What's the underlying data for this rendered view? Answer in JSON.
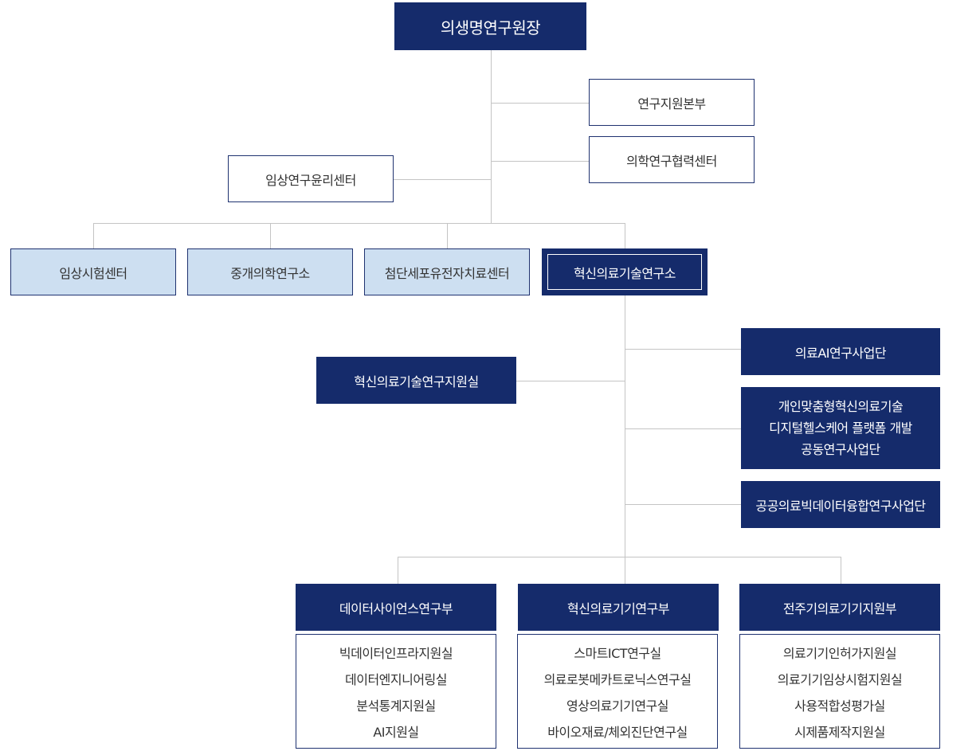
{
  "colors": {
    "navy": "#152b6b",
    "light_blue": "#cddff1",
    "connector": "#c4c4c4"
  },
  "root": "의생명연구원장",
  "right_units": [
    "연구지원본부",
    "의학연구협력센터"
  ],
  "left_unit": "임상연구윤리센터",
  "centers": [
    "임상시험센터",
    "중개의학연구소",
    "첨단세포유전자치료센터",
    "혁신의료기술연구소"
  ],
  "institute_support": "혁신의료기술연구지원실",
  "projects": {
    "p1": "의료AI연구사업단",
    "p2": [
      "개인맞춤형혁신의료기술",
      "디지털헬스케어 플랫폼 개발",
      "공동연구사업단"
    ],
    "p3": "공공의료빅데이터융합연구사업단"
  },
  "departments": [
    {
      "title": "데이터사이언스연구부",
      "items": [
        "빅데이터인프라지원실",
        "데이터엔지니어링실",
        "분석통계지원실",
        "AI지원실"
      ]
    },
    {
      "title": "혁신의료기기연구부",
      "items": [
        "스마트ICT연구실",
        "의료로봇메카트로닉스연구실",
        "영상의료기기연구실",
        "바이오재료/체외진단연구실"
      ]
    },
    {
      "title": "전주기의료기기지원부",
      "items": [
        "의료기기인허가지원실",
        "의료기기임상시험지원실",
        "사용적합성평가실",
        "시제품제작지원실"
      ]
    }
  ]
}
